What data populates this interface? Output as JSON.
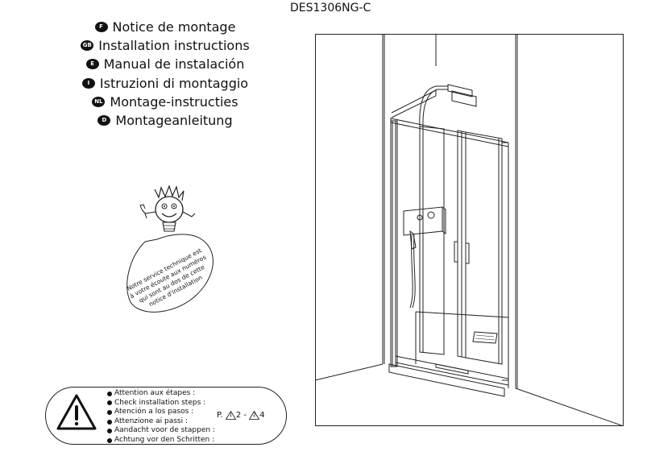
{
  "reference": "DES1306NG-C",
  "languages": [
    {
      "code": "F",
      "text": "Notice de montage"
    },
    {
      "code": "GB",
      "text": "Installation instructions"
    },
    {
      "code": "E",
      "text": "Manual de instalación"
    },
    {
      "code": "I",
      "text": "Istruzioni di montaggio"
    },
    {
      "code": "NL",
      "text": "Montage-instructies"
    },
    {
      "code": "D",
      "text": "Montageanleitung"
    }
  ],
  "service_note": {
    "line1": "Notre service technique est",
    "line2": "à votre écoute aux numéros",
    "line3": "qui sont au dos de cette",
    "line4": "notice d'installation"
  },
  "warning": {
    "steps": [
      "Attention aux étapes :",
      "Check installation steps :",
      "Atención a los pasos :",
      "Attenzione ai passi :",
      "Aandacht voor de stappen :",
      "Achtung vor den Schritten :"
    ],
    "page_prefix": "P.",
    "step_a": "1",
    "page_a": "2",
    "separator": "-",
    "step_b": "2",
    "page_b": "4"
  }
}
